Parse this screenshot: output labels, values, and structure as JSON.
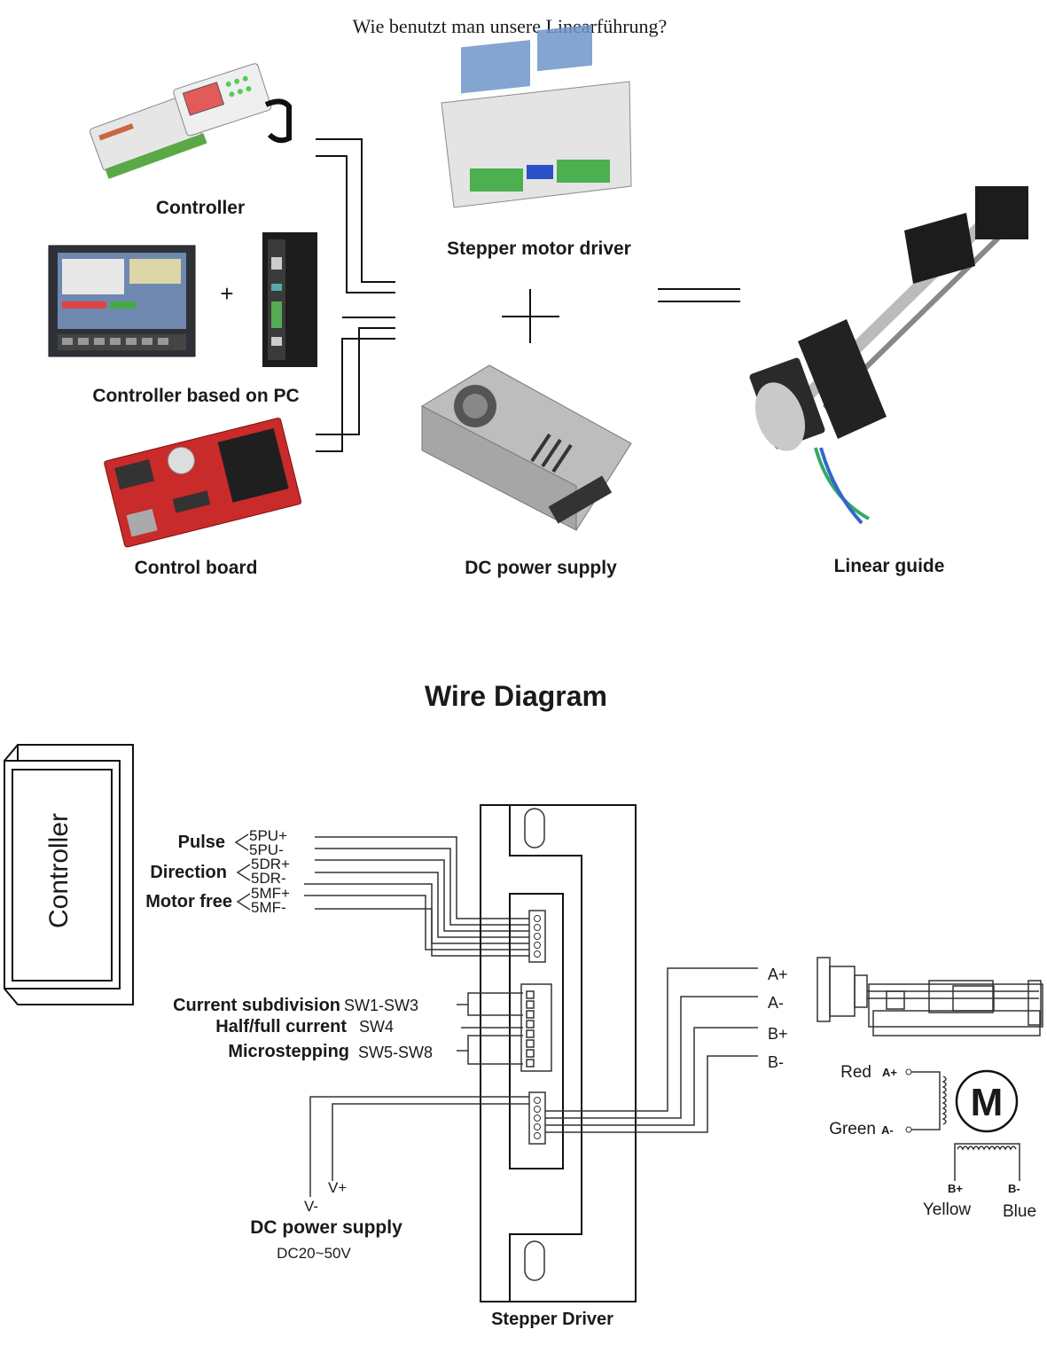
{
  "page_title": "Wie benutzt man unsere Linearführung?",
  "overview": {
    "sources": [
      {
        "label": "Controller"
      },
      {
        "label": "Controller based on PC",
        "join_symbol": "+"
      },
      {
        "label": "Control board"
      }
    ],
    "center": [
      {
        "label": "Stepper motor driver"
      },
      {
        "label": "DC power supply"
      }
    ],
    "plus_symbol": "+",
    "equals_symbol": "=",
    "result": {
      "label": "Linear guide"
    }
  },
  "wire_diagram": {
    "title": "Wire Diagram",
    "controller_label": "Controller",
    "signal_groups": [
      {
        "name": "Pulse",
        "pins": [
          "5PU+",
          "5PU-"
        ]
      },
      {
        "name": "Direction",
        "pins": [
          "5DR+",
          "5DR-"
        ]
      },
      {
        "name": "Motor free",
        "pins": [
          "5MF+",
          "5MF-"
        ]
      }
    ],
    "switches": [
      {
        "name": "Current subdivision",
        "code": "SW1-SW3"
      },
      {
        "name": "Half/full current",
        "code": "SW4"
      },
      {
        "name": "Microstepping",
        "code": "SW5-SW8"
      }
    ],
    "motor_outputs": [
      "A+",
      "A-",
      "B+",
      "B-"
    ],
    "power": {
      "v_plus": "V+",
      "v_minus": "V-",
      "label": "DC power supply",
      "range": "DC20~50V"
    },
    "driver_label": "Stepper Driver",
    "motor_symbol": "M",
    "coil_wires": [
      {
        "color": "Red",
        "terminal": "A+"
      },
      {
        "color": "Green",
        "terminal": "A-"
      },
      {
        "color": "Yellow",
        "terminal": "B+"
      },
      {
        "color": "Blue",
        "terminal": "B-"
      }
    ]
  }
}
